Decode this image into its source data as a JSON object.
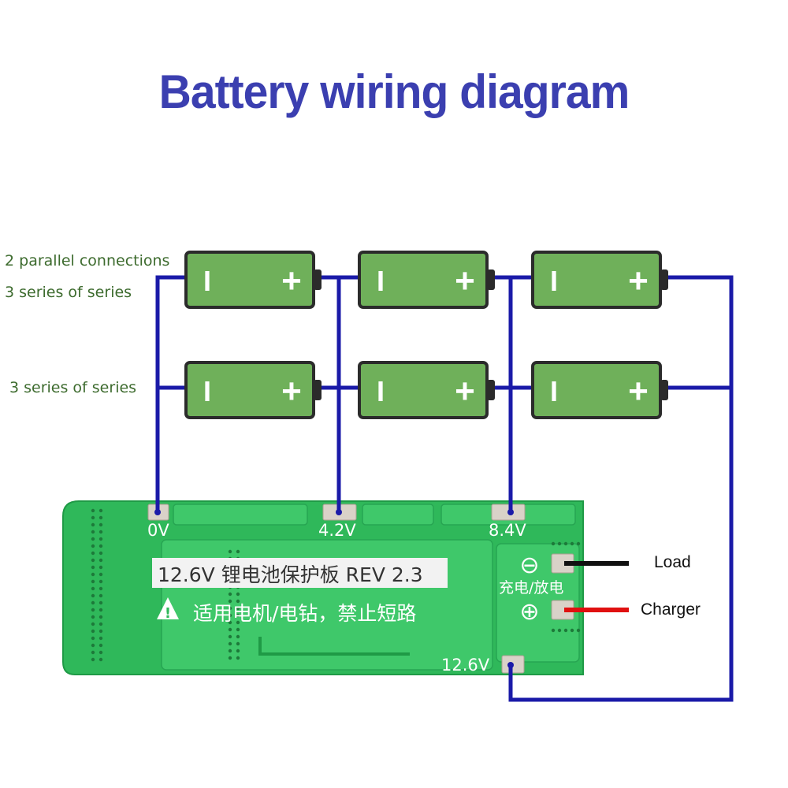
{
  "title": "Battery wiring diagram",
  "labels": {
    "parallel": "2 parallel connections",
    "series_top": "3 series of series",
    "series_bottom": "3 series of series",
    "load": "Load",
    "charger": "Charger"
  },
  "battery": {
    "negative_symbol": "I",
    "positive_symbol": "+",
    "count_series": 3,
    "count_parallel": 2
  },
  "board": {
    "pad_0v": "0V",
    "pad_4v2": "4.2V",
    "pad_8v4": "8.4V",
    "pad_12v6": "12.6V",
    "label_line1": "12.6V 锂电池保护板 REV 2.3",
    "label_line2": "适用电机/电钻，禁止短路",
    "charge_discharge": "充电/放电",
    "minus_symbol": "⊖",
    "plus_symbol": "⊕",
    "warning_symbol": "!"
  },
  "colors": {
    "title": "#3b3fb0",
    "wire": "#1a1aa8",
    "battery_fill": "#6fb05a",
    "battery_border": "#2b2b2b",
    "board_green": "#2fb85a",
    "load_wire": "#111111",
    "charger_wire": "#e01010",
    "label_green": "#3d6b2e"
  }
}
